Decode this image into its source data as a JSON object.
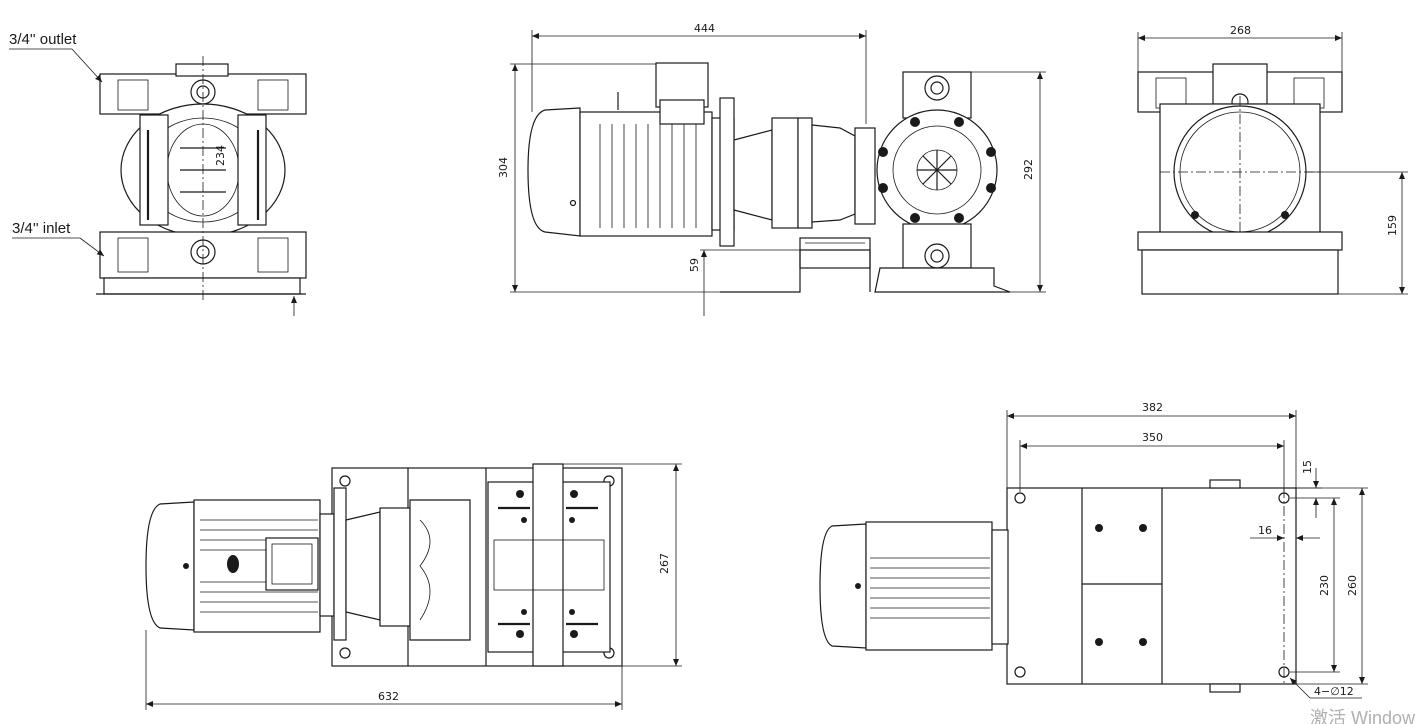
{
  "labels": {
    "outlet": "3/4'' outlet",
    "inlet": "3/4'' inlet"
  },
  "dimensions": {
    "side_overall_length": "444",
    "side_height": "304",
    "side_pump_height": "292",
    "side_base_height": "59",
    "end_width": "268",
    "end_shaft_height": "159",
    "top_overall_length": "632",
    "top_width": "267",
    "base_length_outer": "382",
    "base_length_holes": "350",
    "base_edge_offset": "15",
    "base_side_offset": "16",
    "base_width_holes": "230",
    "base_width_outer": "260",
    "mounting_holes": "4−∅12",
    "small_value": "234"
  },
  "watermark": "激活 Window",
  "colors": {
    "line": "#1a1a1a",
    "background": "#ffffff"
  },
  "icons": [
    "arrowhead",
    "mounting-hole",
    "bolt"
  ]
}
